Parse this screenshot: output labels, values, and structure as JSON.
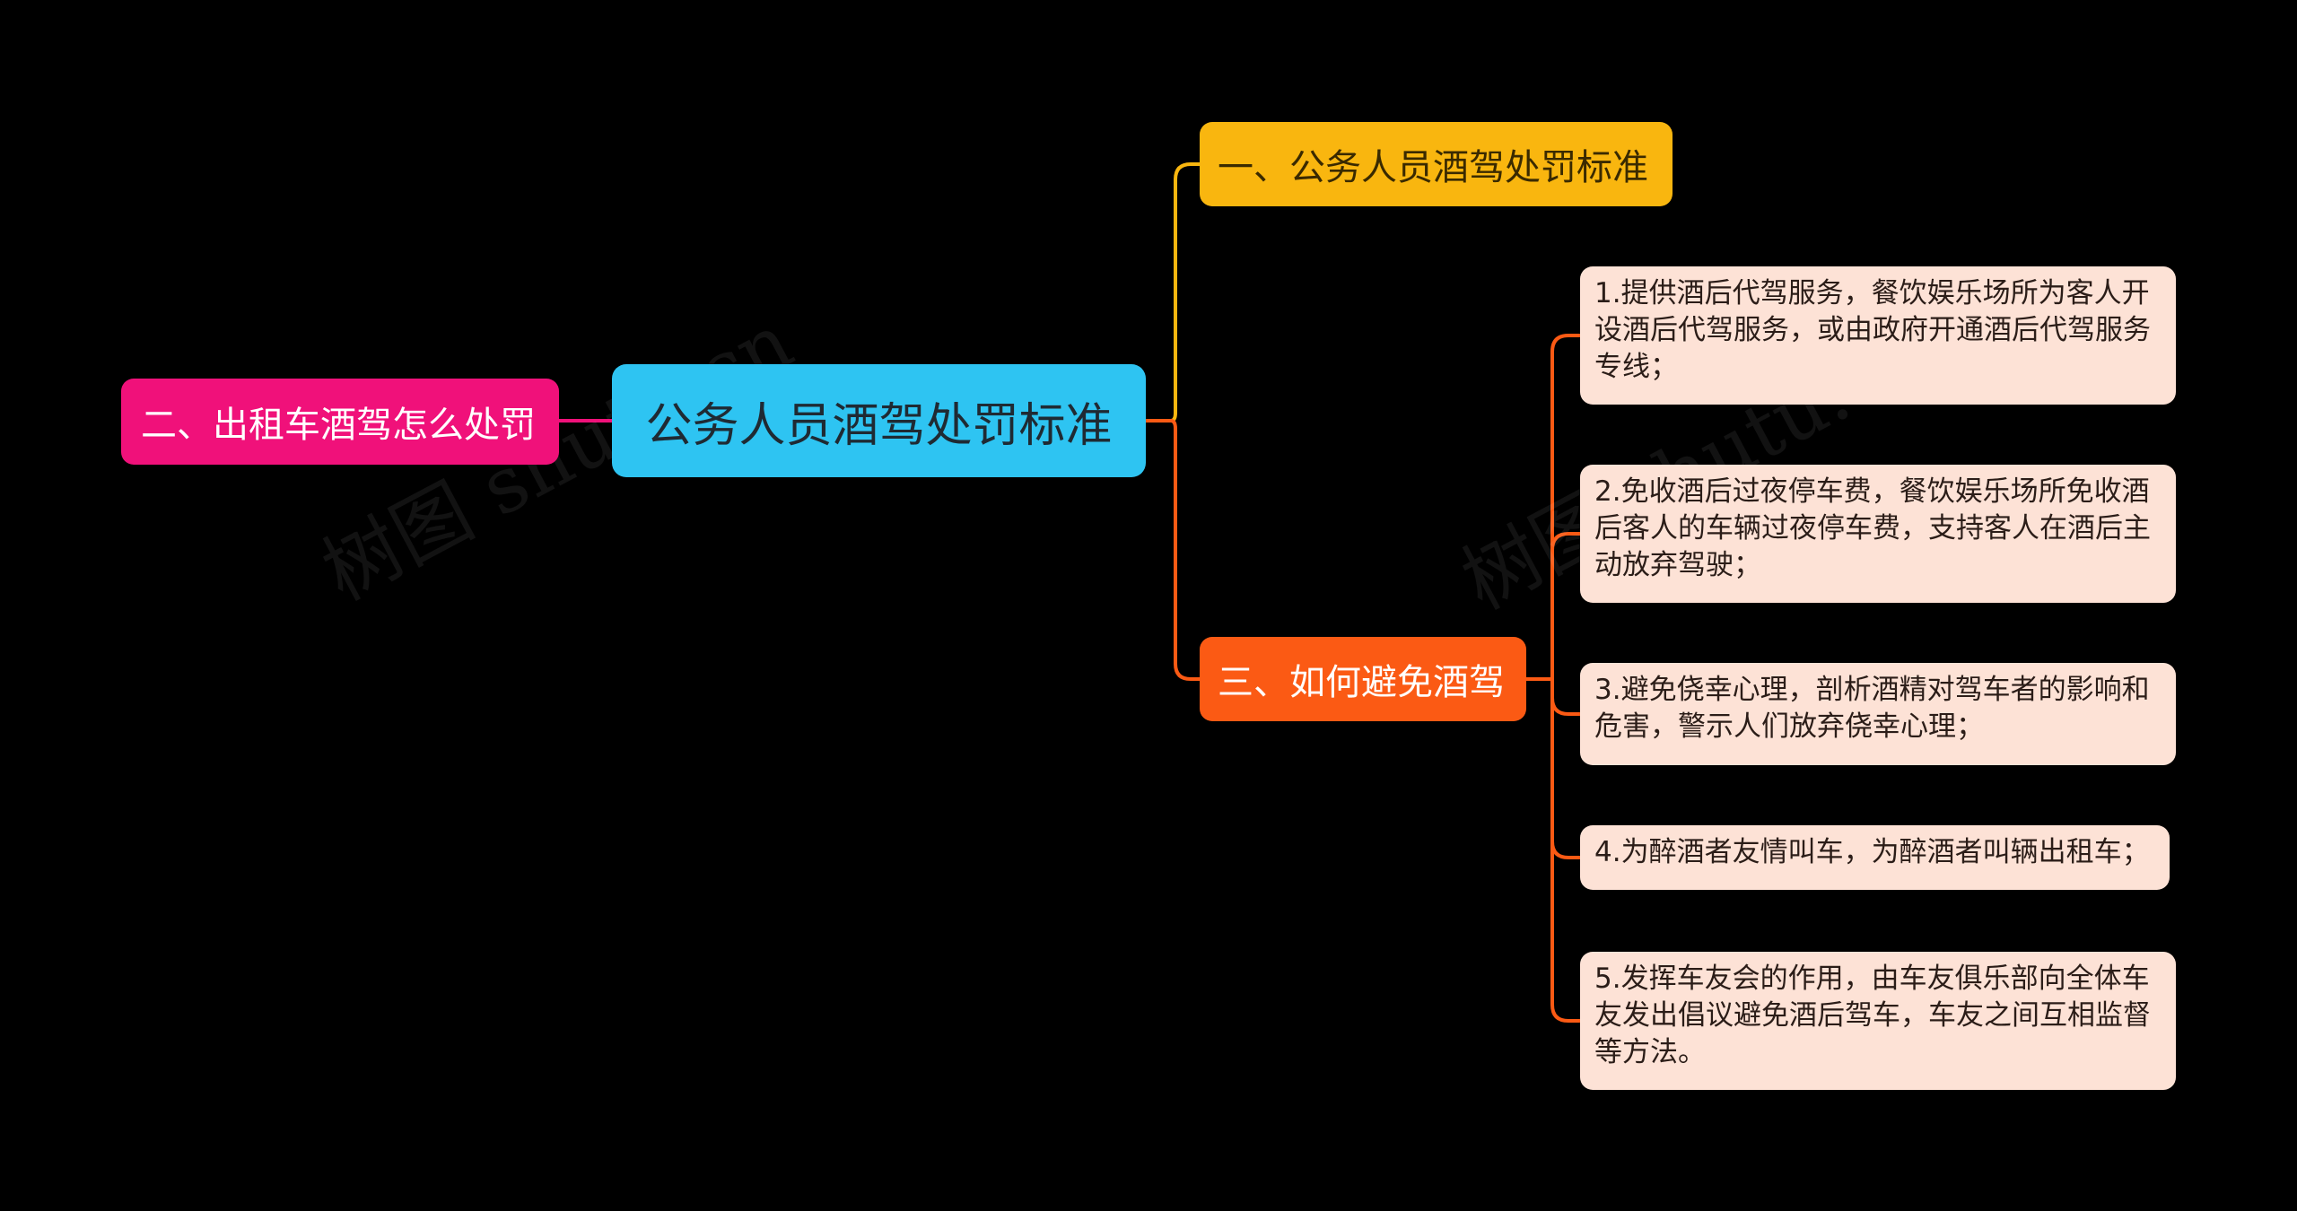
{
  "root": {
    "label": "公务人员酒驾处罚标准"
  },
  "left_branch": {
    "label": "二、出租车酒驾怎么处罚"
  },
  "branch_1": {
    "label": "一、公务人员酒驾处罚标准"
  },
  "branch_3": {
    "label": "三、如何避免酒驾",
    "children": [
      "1.提供酒后代驾服务，餐饮娱乐场所为客人开设酒后代驾服务，或由政府开通酒后代驾服务专线；",
      "2.免收酒后过夜停车费，餐饮娱乐场所免收酒后客人的车辆过夜停车费，支持客人在酒后主动放弃驾驶；",
      "3.避免侥幸心理，剖析酒精对驾车者的影响和危害，警示人们放弃侥幸心理；",
      "4.为醉酒者友情叫车，为醉酒者叫辆出租车；",
      "5.发挥车友会的作用，由车友俱乐部向全体车友发出倡议避免酒后驾车，车友之间互相监督等方法。"
    ]
  },
  "watermark": {
    "text": "树图 shutu.cn"
  },
  "colors": {
    "background": "#000000",
    "root": "#2ec4f2",
    "left_branch": "#f0117a",
    "branch_1": "#f9b60f",
    "branch_3": "#fb5a14",
    "leaf": "#fde2d6"
  }
}
